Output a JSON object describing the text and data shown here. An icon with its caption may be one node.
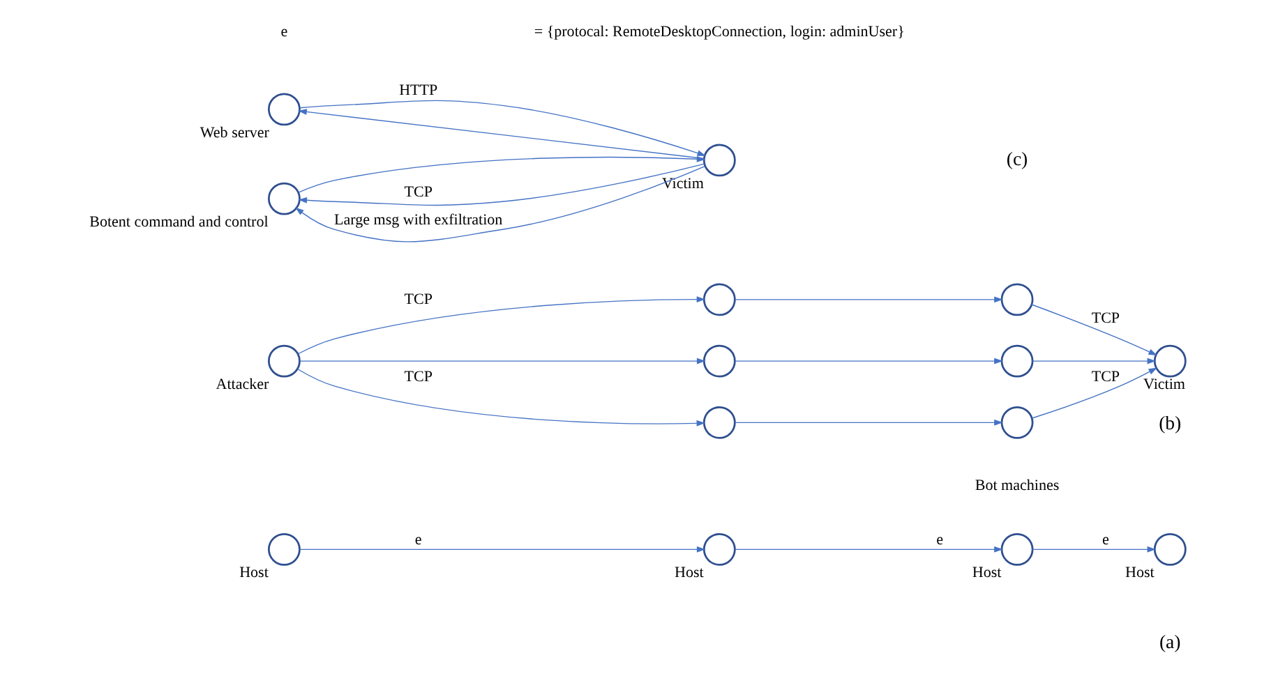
{
  "diagram": {
    "nodes": [
      {
        "text": [],
        "shape": "circle",
        "beside": [
          "Host"
        ]
      },
      {
        "text": [],
        "shape": "circle",
        "beside": [
          "Host"
        ]
      },
      {
        "text": [],
        "shape": "circle",
        "beside": [
          "Host"
        ]
      },
      {
        "text": [],
        "shape": "circle",
        "beside": [
          "Host"
        ]
      },
      {
        "text": [],
        "shape": "circle",
        "beside": [
          "Attacker"
        ]
      },
      {
        "text": [],
        "shape": "circle"
      },
      {
        "text": [],
        "shape": "circle"
      },
      {
        "text": [],
        "shape": "circle"
      },
      {
        "text": [],
        "shape": "circle"
      },
      {
        "text": [],
        "shape": "circle"
      },
      {
        "text": [],
        "shape": "circle"
      },
      {
        "text": [],
        "shape": "circle",
        "beside": [
          "Victim"
        ]
      },
      {
        "text": [],
        "shape": "circle",
        "beside": [
          "Web server"
        ]
      },
      {
        "text": [],
        "shape": "circle",
        "beside": [
          "Botent command and control"
        ]
      },
      {
        "text": [],
        "shape": "circle",
        "beside": [
          "Victim"
        ]
      }
    ],
    "edges": [
      {
        "from": 0,
        "to": 1,
        "arrow": "to",
        "label": "e"
      },
      {
        "from": 1,
        "to": 2,
        "arrow": "to",
        "label": "e"
      },
      {
        "from": 2,
        "to": 3,
        "arrow": "to",
        "label": "e"
      },
      {
        "from": 4,
        "to": 5,
        "arrow": "to",
        "label": "TCP"
      },
      {
        "from": 4,
        "to": 7,
        "arrow": "to"
      },
      {
        "from": 4,
        "to": 9,
        "arrow": "to",
        "label": "TCP"
      },
      {
        "from": 5,
        "to": 6,
        "arrow": "to"
      },
      {
        "from": 7,
        "to": 8,
        "arrow": "to"
      },
      {
        "from": 9,
        "to": 10,
        "arrow": "to"
      },
      {
        "from": 6,
        "to": 11,
        "arrow": "to",
        "label": "TCP"
      },
      {
        "from": 8,
        "to": 11,
        "arrow": "to"
      },
      {
        "from": 10,
        "to": 11,
        "arrow": "to",
        "label": "TCP"
      },
      {
        "from": 12,
        "to": 14,
        "arrow": "to",
        "label": "HTTP"
      },
      {
        "from": 14,
        "to": 12,
        "arrow": "to"
      },
      {
        "from": 14,
        "to": 13,
        "arrow": "to",
        "label": "TCP"
      },
      {
        "from": 13,
        "to": 14,
        "arrow": "to"
      },
      {
        "from": 14,
        "to": 13,
        "arrow": "to",
        "label": "Large msg with exfiltration"
      }
    ],
    "labels": [
      "e",
      "= {protocal: RemoteDesktopConnection, login: adminUser}",
      "(a)",
      "Bot machines",
      "(b)",
      "(c)"
    ]
  }
}
